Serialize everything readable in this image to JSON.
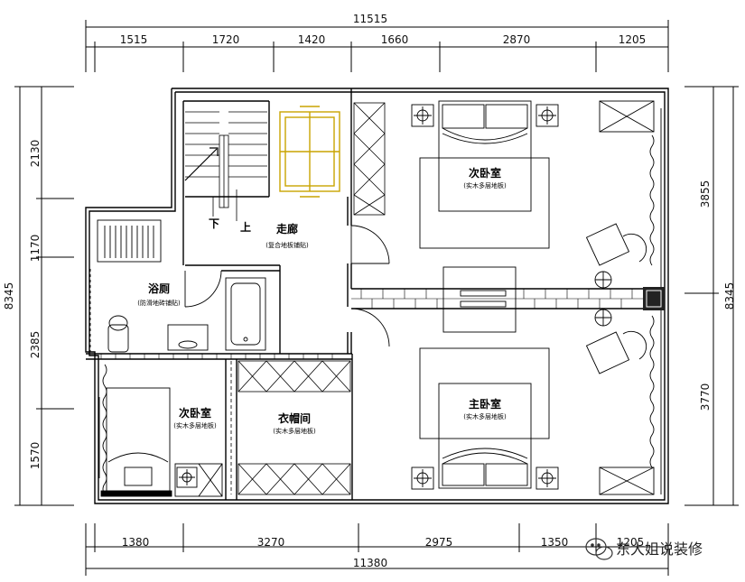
{
  "dims": {
    "top_total": "11515",
    "top_segments": [
      "1515",
      "1720",
      "1420",
      "1660",
      "2870",
      "1205"
    ],
    "bottom_total": "11380",
    "bottom_segments": [
      "1380",
      "3270",
      "2975",
      "1350",
      "1205"
    ],
    "left_total": "8345",
    "left_segments": [
      "2130",
      "1170",
      "2385",
      "1570"
    ],
    "right_total": "8345",
    "right_segments": [
      "3855",
      "3770"
    ]
  },
  "rooms": {
    "corridor": {
      "name": "走廊",
      "note": "(复合地板铺贴)"
    },
    "bath": {
      "name": "浴厕",
      "note": "(防滑地砖铺贴)"
    },
    "bed2_top": {
      "name": "次卧室",
      "note": "(实木多层地板)"
    },
    "bed2_left": {
      "name": "次卧室",
      "note": "(实木多层地板)"
    },
    "closet": {
      "name": "衣帽间",
      "note": "(实木多层地板)"
    },
    "master": {
      "name": "主卧室",
      "note": "(实木多层地板)"
    }
  },
  "stairs": {
    "down": "下",
    "up": "上"
  },
  "watermark": {
    "text": "东大姐说装修",
    "icon": "wechat-icon"
  },
  "colors": {
    "line": "#000000",
    "elevator": "#c9a400"
  }
}
